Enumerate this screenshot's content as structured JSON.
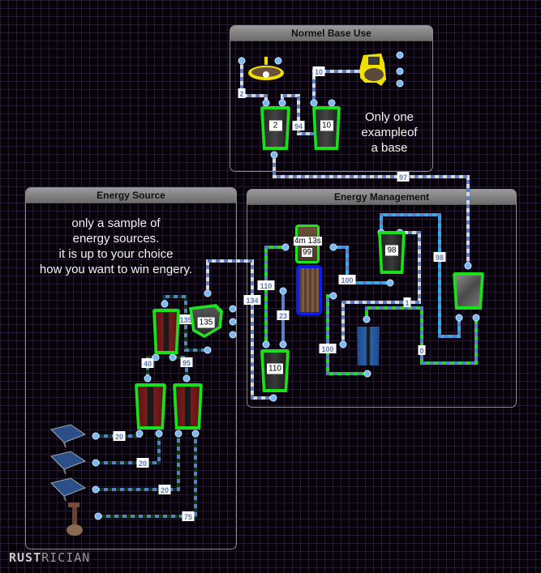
{
  "panels": {
    "base": {
      "title": "Normel Base Use",
      "note": [
        "Only one",
        "exampleof",
        "a base"
      ]
    },
    "source": {
      "title": "Energy Source",
      "note": [
        "only a sample of",
        "energy sources.",
        "it is up to your choice",
        "how you want to win engery."
      ]
    },
    "management": {
      "title": "Energy Management"
    }
  },
  "devices": {
    "base_battery_left": {
      "value": "2"
    },
    "base_battery_right": {
      "value": "10"
    },
    "mgmt_battery_top": {
      "value": "98"
    },
    "mgmt_battery_bottom": {
      "value": "110"
    },
    "generator_small": {
      "timer": "4m 13s",
      "value": "99"
    },
    "source_large_battery": {
      "value": "135"
    }
  },
  "wire_labels": {
    "w_light": "2",
    "w_turret": "10",
    "w_94": "94",
    "w_97": "97",
    "w_98": "98",
    "w_100": "100",
    "w_1": "1",
    "w_110": "110",
    "w_134": "134",
    "w_23": "23",
    "w_100b": "100",
    "w_0": "0",
    "w_135": "135",
    "w_40": "40",
    "w_95": "95",
    "w_solar1": "20",
    "w_solar2": "20",
    "w_solar3": "20",
    "w_wind": "75"
  },
  "logo": {
    "part1": "RUST",
    "part2": "RICIAN"
  },
  "colors": {
    "background": "#050307",
    "grid": "#261a31",
    "selected_outline": "#1ee61e",
    "powered_device_outline": "#f0e000",
    "wire_grey": "#d8d8d8",
    "wire_blue": "#5b7fc0",
    "wire_cyan": "#2ab0f0",
    "wire_green": "#19e019",
    "wire_darkgreen": "#0d3a14",
    "port": "#7ab8f0"
  }
}
